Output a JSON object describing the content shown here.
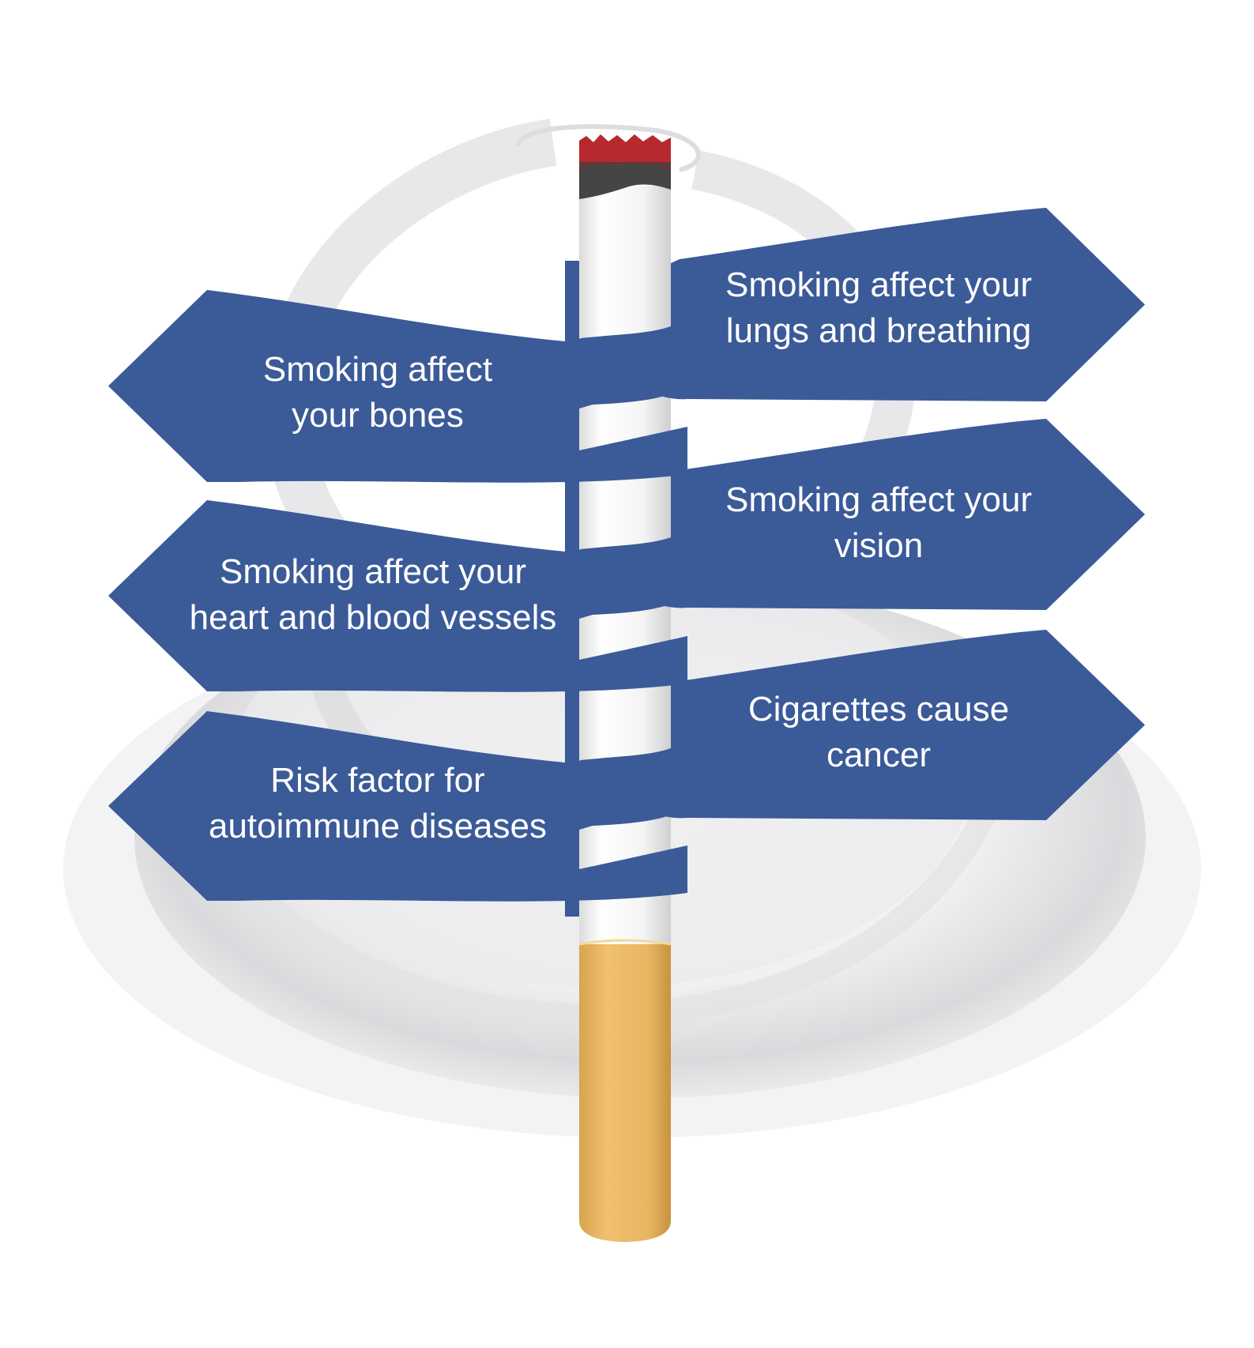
{
  "colors": {
    "background": "#ffffff",
    "sign_fill": "#3b5a98",
    "sign_text": "#ffffff",
    "filter": "#e9b967",
    "paper": "#f7f7f7",
    "ember": "#b7292e",
    "ash": "#4a4a4a",
    "smoke": "#d6d6d8"
  },
  "signs": {
    "left": [
      {
        "lines": [
          "Smoking affect",
          "your bones"
        ]
      },
      {
        "lines": [
          "Smoking affect your",
          "heart and blood vessels"
        ]
      },
      {
        "lines": [
          "Risk factor for",
          "autoimmune diseases"
        ]
      }
    ],
    "right": [
      {
        "lines": [
          "Smoking affect your",
          "lungs and breathing"
        ]
      },
      {
        "lines": [
          "Smoking affect your",
          "vision"
        ]
      },
      {
        "lines": [
          "Cigarettes cause",
          "cancer"
        ]
      }
    ]
  }
}
